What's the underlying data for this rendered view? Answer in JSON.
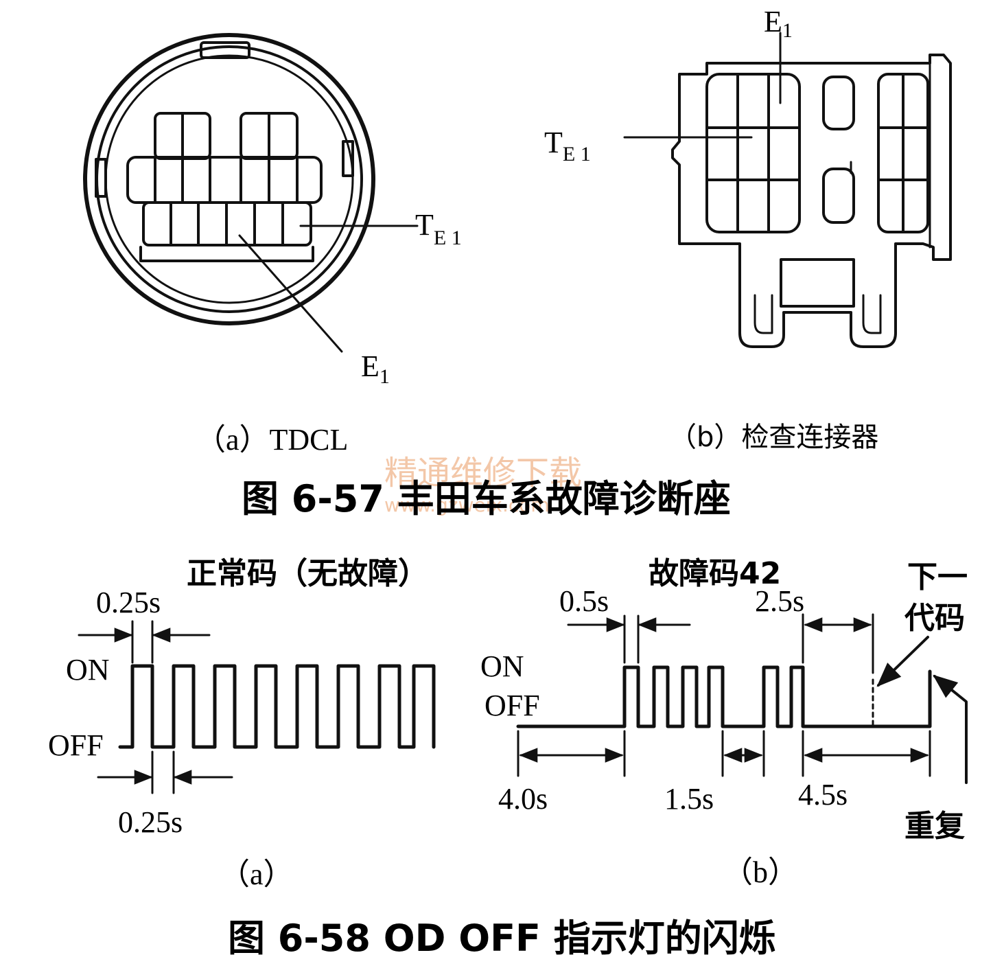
{
  "fig57": {
    "a_E1": "E",
    "a_E1_sub": "1",
    "a_TE1": "T",
    "a_TE1_sub": "E 1",
    "b_E1": "E",
    "b_E1_sub": "1",
    "b_TE1": "T",
    "b_TE1_sub": "E 1",
    "caption_a": "（a）TDCL",
    "caption_b": "（b）检查连接器",
    "title": "图 6-57  丰田车系故障诊断座",
    "watermark_cn": "精通维修下载",
    "watermark_url": "www.gzweix.com"
  },
  "fig58": {
    "a_title": "正常码（无故障）",
    "a_on": "ON",
    "a_off": "OFF",
    "a_top_dur": "0.25s",
    "a_bottom_dur": "0.25s",
    "a_caption": "（a）",
    "b_title": "故障码42",
    "b_on": "ON",
    "b_off": "OFF",
    "b_pulse_dur": "0.5s",
    "b_gap_dur": "2.5s",
    "b_start_dur": "4.0s",
    "b_mid_dur": "1.5s",
    "b_end_dur": "4.5s",
    "b_next_line1": "下一",
    "b_next_line2": "代码",
    "b_repeat": "重复",
    "b_caption": "（b）",
    "title": "图 6-58    OD OFF 指示灯的闪烁"
  }
}
